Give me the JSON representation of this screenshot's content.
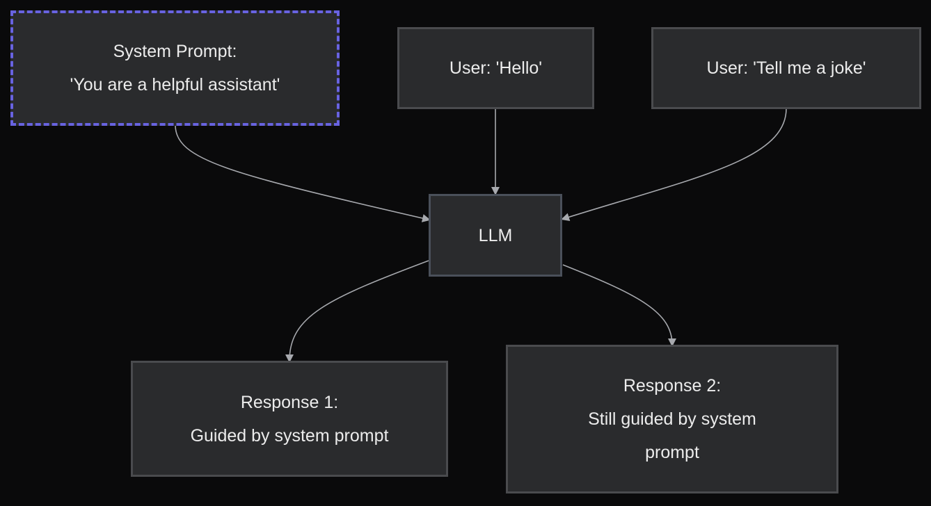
{
  "diagram": {
    "nodes": {
      "system_prompt": {
        "lines": [
          "System Prompt:",
          "'You are a helpful assistant'"
        ]
      },
      "user_hello": {
        "lines": [
          "User: 'Hello'"
        ]
      },
      "user_joke": {
        "lines": [
          "User: 'Tell me a joke'"
        ]
      },
      "llm": {
        "lines": [
          "LLM"
        ]
      },
      "response_1": {
        "lines": [
          "Response 1:",
          "Guided by system prompt"
        ]
      },
      "response_2": {
        "lines": [
          "Response 2:",
          "Still guided by system",
          "prompt"
        ]
      }
    },
    "edges": [
      {
        "from": "system_prompt",
        "to": "llm"
      },
      {
        "from": "user_hello",
        "to": "llm"
      },
      {
        "from": "user_joke",
        "to": "llm"
      },
      {
        "from": "llm",
        "to": "response_1"
      },
      {
        "from": "llm",
        "to": "response_2"
      }
    ],
    "colors": {
      "background": "#0a0a0b",
      "node_fill": "#2a2b2d",
      "node_border": "#4a4b4e",
      "highlight_border": "#6863e0",
      "edge": "#a7a9ae",
      "text": "#ececec"
    }
  }
}
